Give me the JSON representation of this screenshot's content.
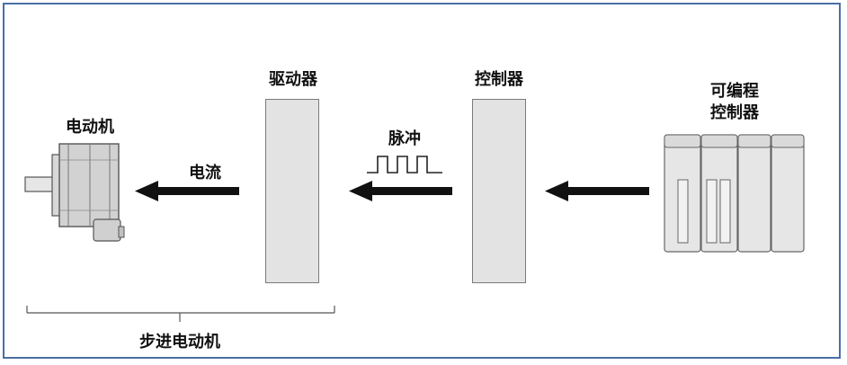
{
  "labels": {
    "motor": "电动机",
    "driver": "驱动器",
    "controller": "控制器",
    "plc_line1": "可编程",
    "plc_line2": "控制器",
    "current": "电流",
    "pulse": "脉冲",
    "stepper_system": "步进电动机"
  },
  "colors": {
    "frame_border": "#4a6fa5",
    "block_fill": "#e3e3e3",
    "block_stroke": "#7a7a7a",
    "arrow": "#111111"
  }
}
